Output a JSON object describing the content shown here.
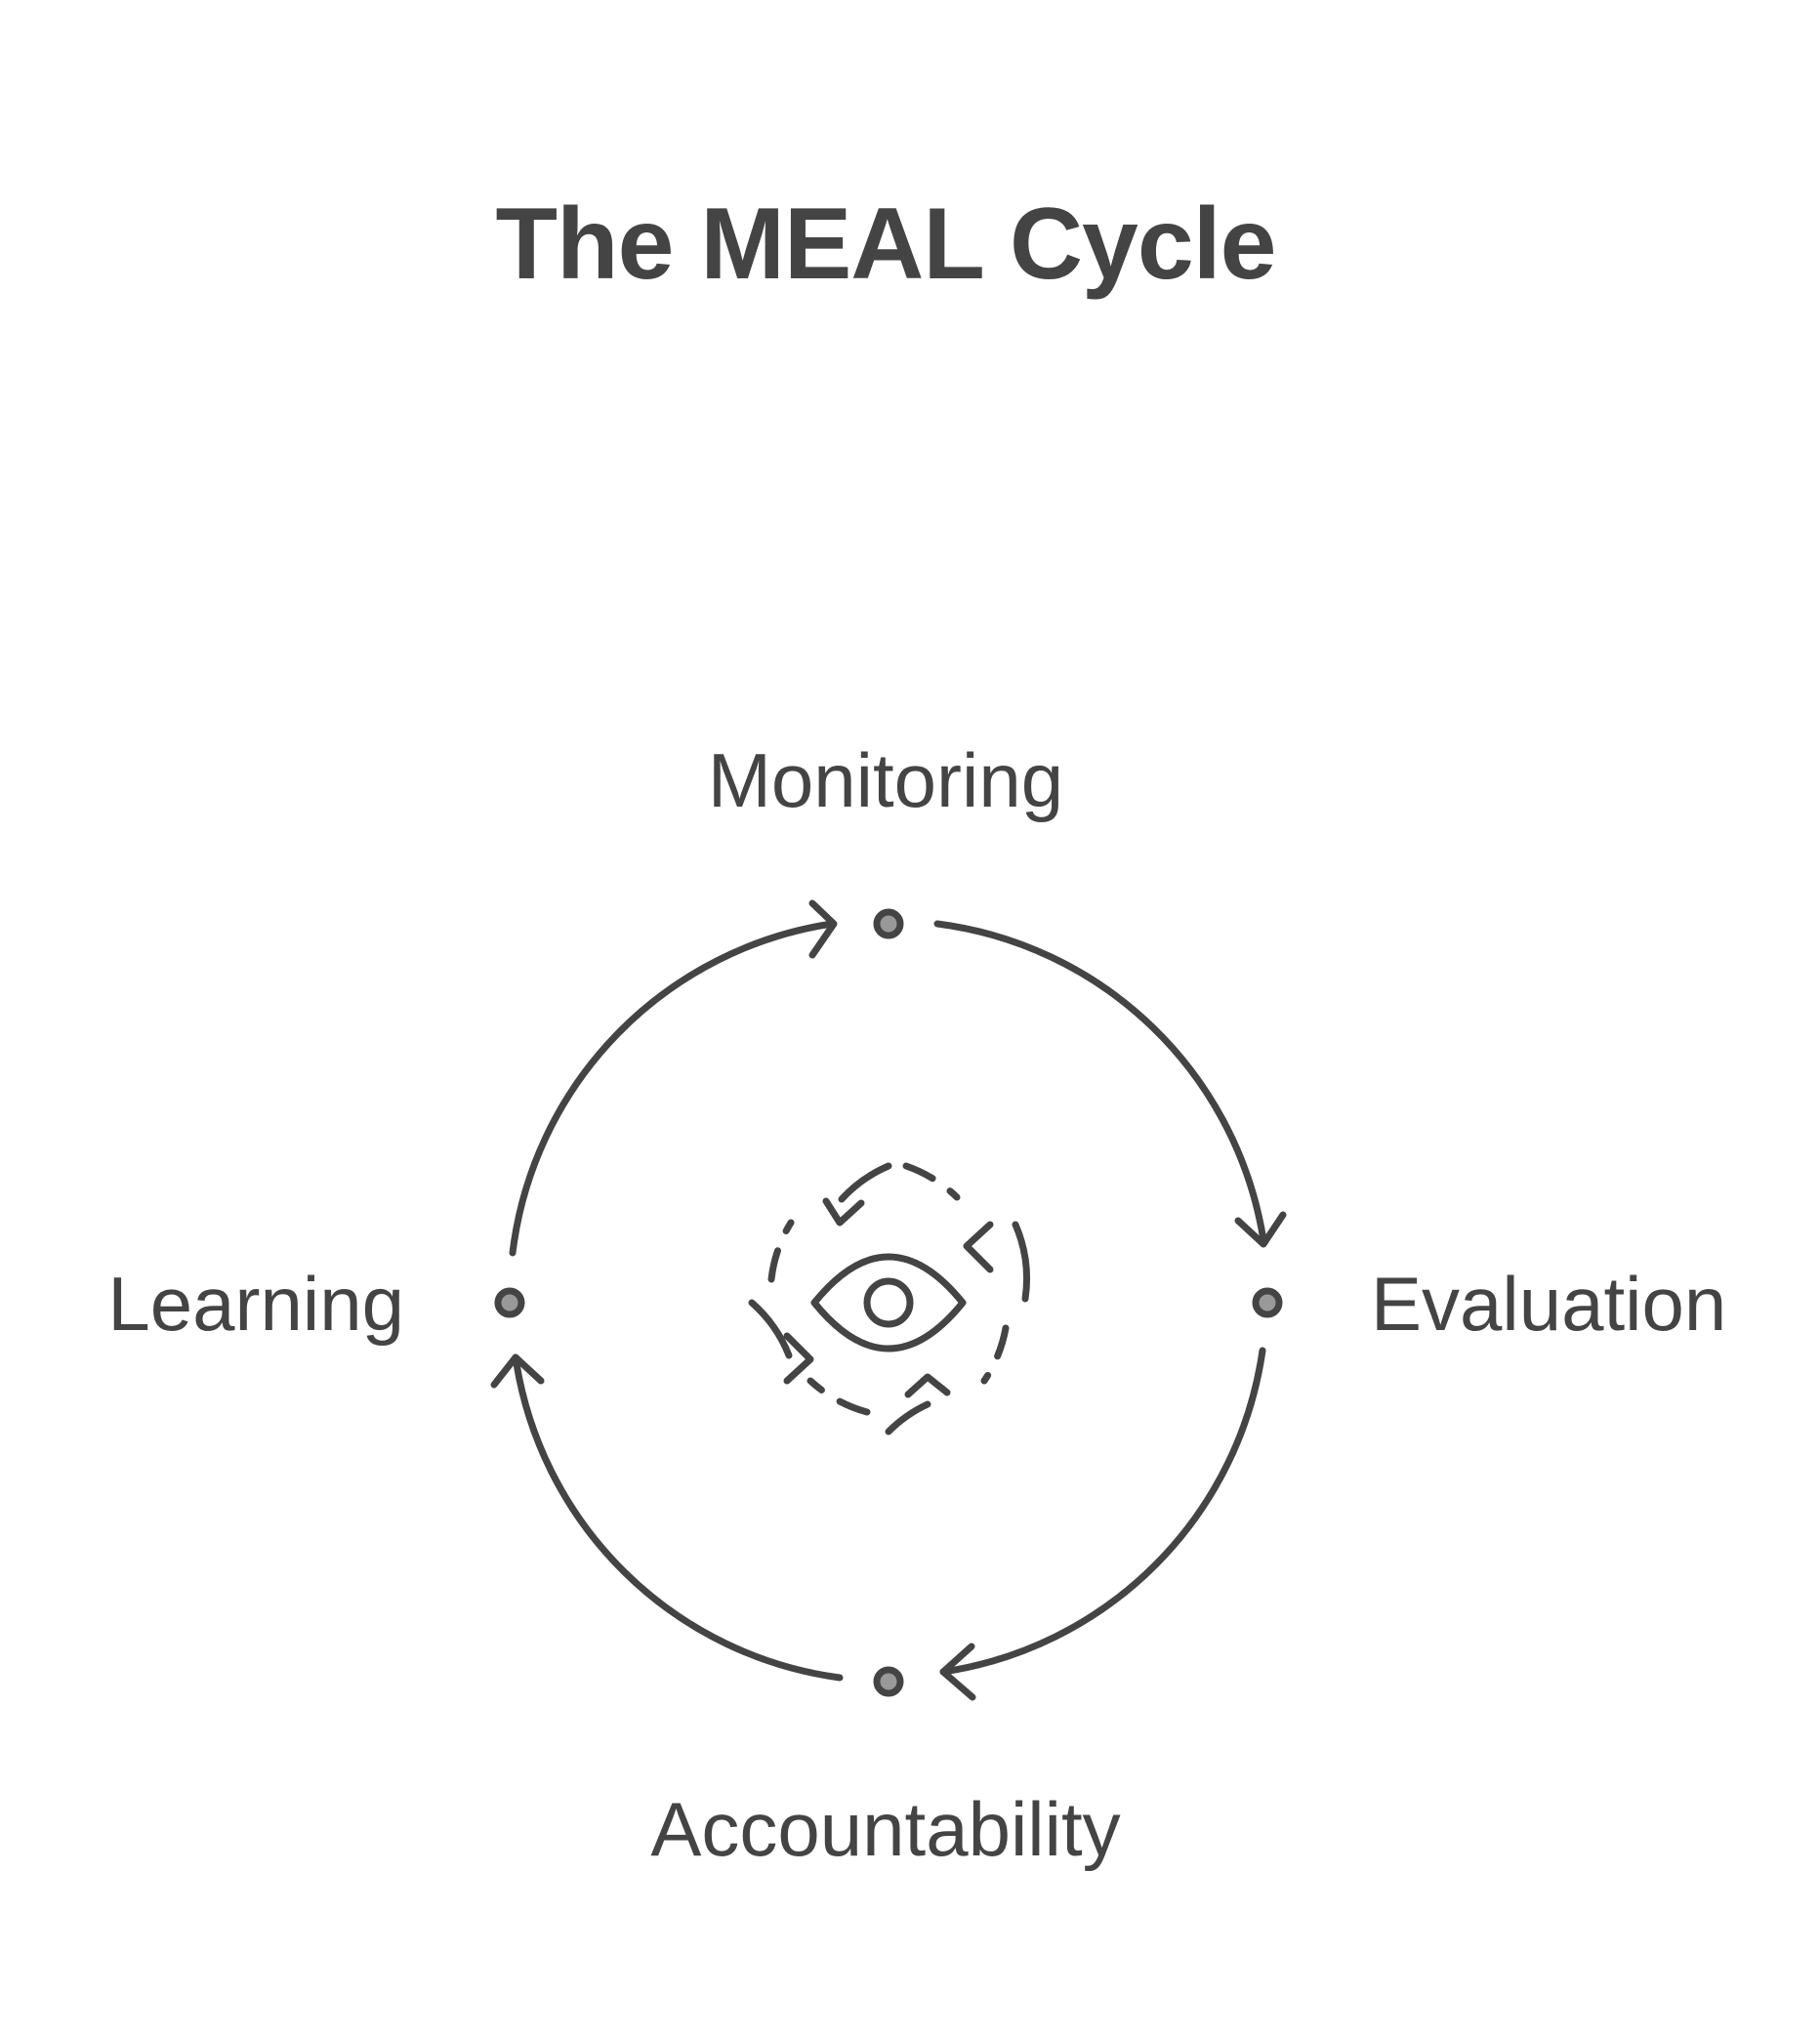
{
  "title": "The MEAL Cycle",
  "stages": {
    "top": "Monitoring",
    "right": "Evaluation",
    "bottom": "Accountability",
    "left": "Learning"
  },
  "colors": {
    "stroke": "#444444",
    "node_fill": "#999999",
    "background": "#ffffff"
  },
  "center_icon": "eye-with-cycle-arrows-icon"
}
